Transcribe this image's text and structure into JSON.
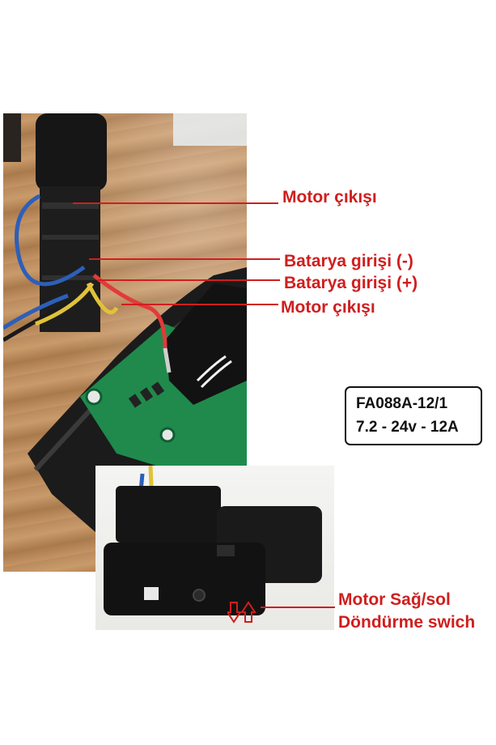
{
  "labels": {
    "motor_out_1": "Motor çıkışı",
    "battery_neg": "Batarya girişi (-)",
    "battery_pos": "Batarya girişi (+)",
    "motor_out_2": "Motor çıkışı",
    "direction_line1": "Motor Sağ/sol",
    "direction_line2": "Döndürme swich"
  },
  "spec": {
    "model": "FA088A-12/1",
    "rating": "7.2 - 24v - 12A"
  },
  "colors": {
    "label_red": "#d01e1e",
    "wood": "#c08f60",
    "pcb_green": "#1f8a4c",
    "wire_blue": "#2d5fb8",
    "wire_red": "#e23a3a",
    "wire_yellow": "#e0c23a"
  },
  "icons": [
    "arrow-down-icon",
    "arrow-up-icon"
  ]
}
